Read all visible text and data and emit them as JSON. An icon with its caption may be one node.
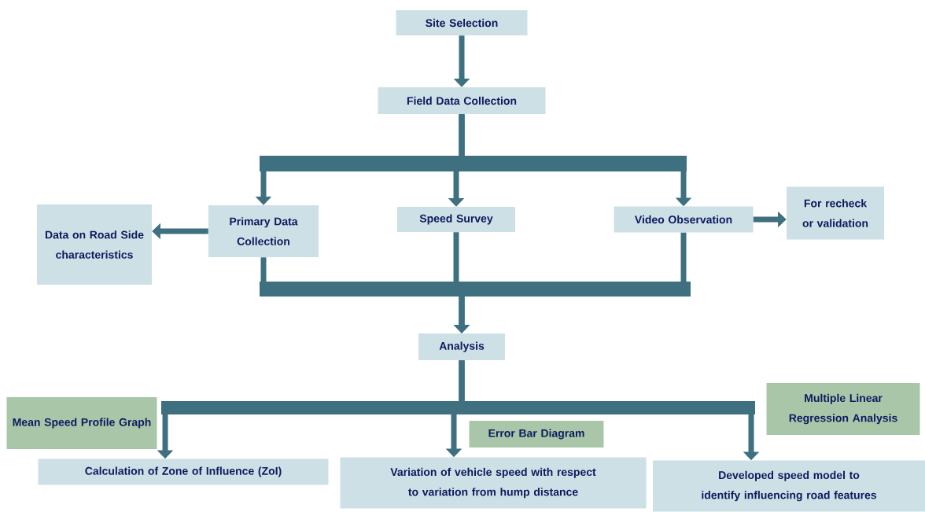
{
  "diagram": {
    "nodes": [
      {
        "text": [
          "Site Selection"
        ]
      },
      {
        "text": [
          "Field Data Collection"
        ]
      },
      {
        "text": [
          "Primary Data Collection"
        ]
      },
      {
        "text": [
          "Speed Survey"
        ]
      },
      {
        "text": [
          "Video Observation"
        ]
      },
      {
        "text": [
          "Data on Road Side characteristics"
        ]
      },
      {
        "text": [
          "For recheck or validation"
        ]
      },
      {
        "text": [
          "Analysis"
        ]
      },
      {
        "text": [
          "Mean Speed Profile Graph"
        ]
      },
      {
        "text": [
          "Calculation of Zone of Influence (ZoI)"
        ]
      },
      {
        "text": [
          "Error Bar Diagram"
        ]
      },
      {
        "text": [
          "Variation of vehicle speed with respect to variation from hump distance"
        ]
      },
      {
        "text": [
          "Multiple Linear Regression Analysis"
        ]
      },
      {
        "text": [
          "Developed speed model to identify influencing road features"
        ]
      }
    ],
    "edges": [
      {
        "from": 0,
        "to": 1,
        "arrow": "to"
      },
      {
        "from": 1,
        "to": 2,
        "arrow": "to"
      },
      {
        "from": 1,
        "to": 3,
        "arrow": "to"
      },
      {
        "from": 1,
        "to": 4,
        "arrow": "to"
      },
      {
        "from": 2,
        "to": 5,
        "arrow": "to"
      },
      {
        "from": 4,
        "to": 6,
        "arrow": "to"
      },
      {
        "from": 2,
        "to": 7,
        "arrow": "to"
      },
      {
        "from": 3,
        "to": 7,
        "arrow": "to"
      },
      {
        "from": 4,
        "to": 7,
        "arrow": "to"
      },
      {
        "from": 7,
        "to": 9,
        "arrow": "to"
      },
      {
        "from": 7,
        "to": 11,
        "arrow": "to"
      },
      {
        "from": 7,
        "to": 13,
        "arrow": "to"
      }
    ]
  }
}
